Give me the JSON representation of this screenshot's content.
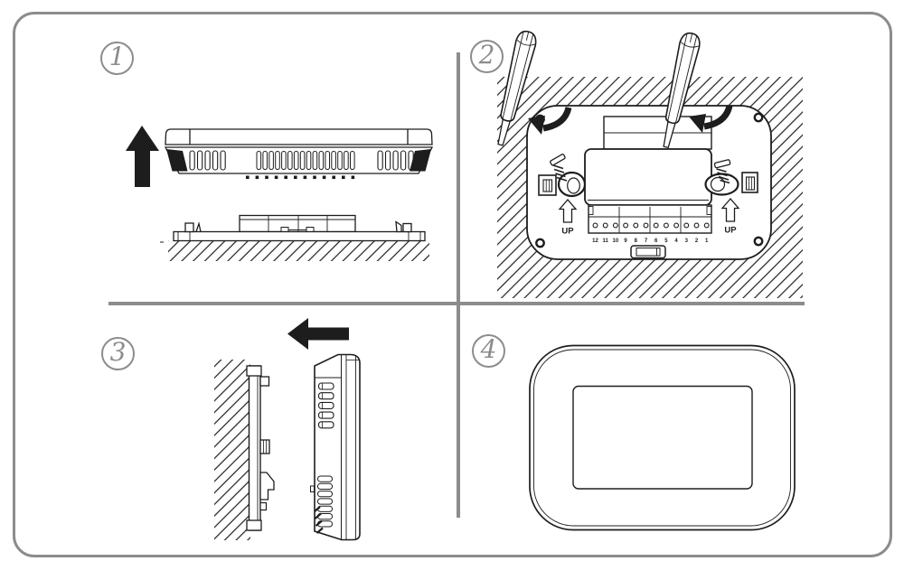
{
  "figure": {
    "steps": [
      {
        "label": "1"
      },
      {
        "label": "2"
      },
      {
        "label": "3"
      },
      {
        "label": "4"
      }
    ]
  },
  "panel2": {
    "up_left": "UP",
    "up_right": "UP",
    "terminals": [
      "12",
      "11",
      "10",
      "9",
      "8",
      "7",
      "6",
      "5",
      "4",
      "3",
      "2",
      "1"
    ]
  },
  "colors": {
    "frame_gray": "#8c8c8c",
    "line_ink": "#1d1d1d",
    "background": "#ffffff"
  }
}
